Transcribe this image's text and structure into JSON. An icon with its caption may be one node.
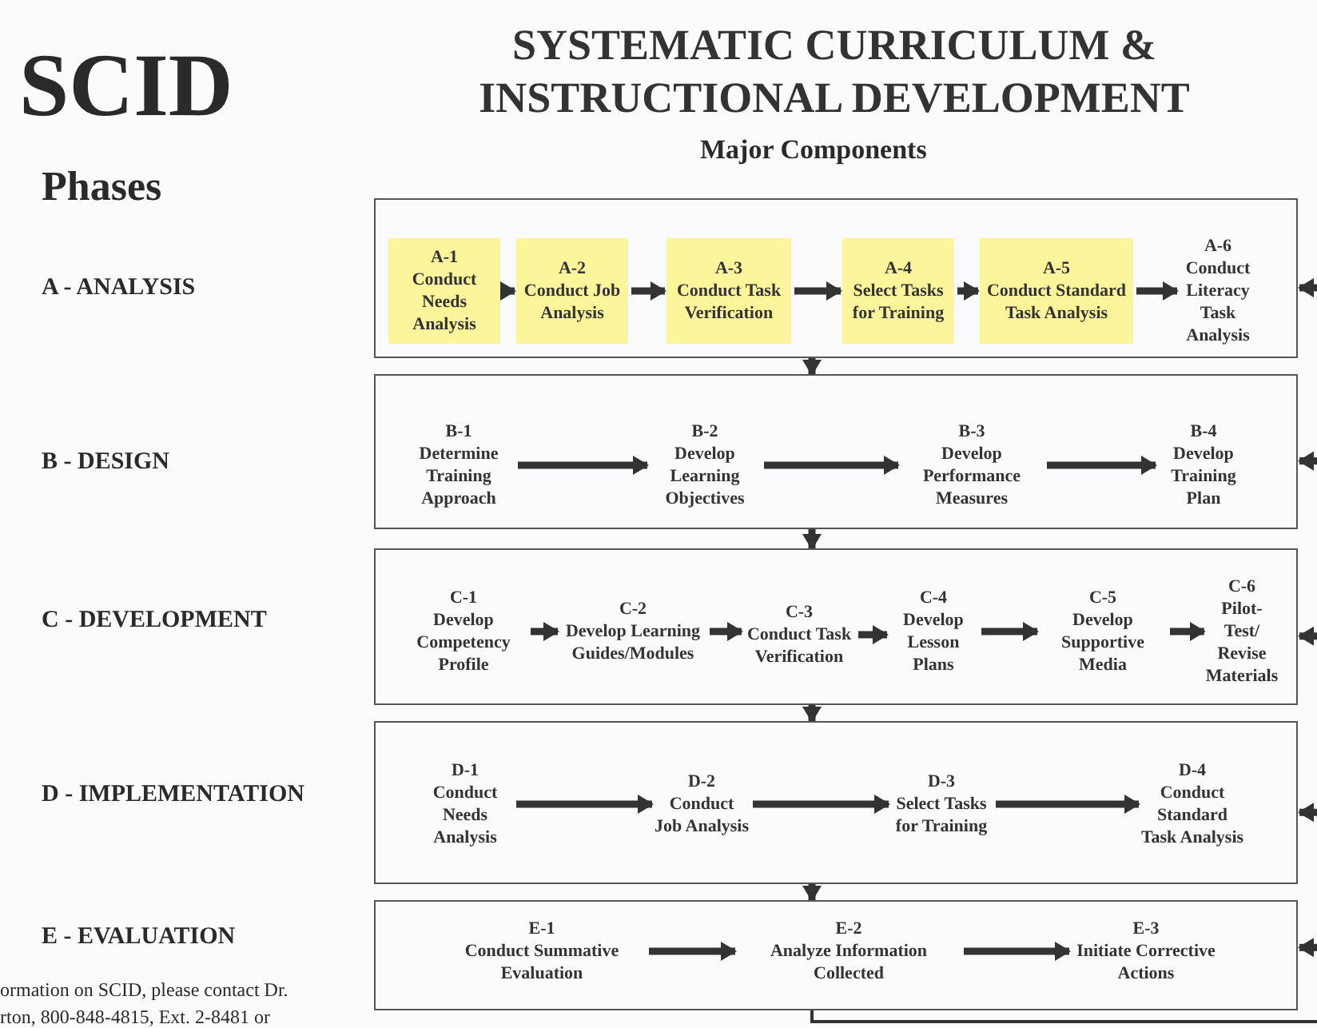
{
  "diagram": {
    "title": "SYSTEMATIC CURRICULUM & INSTRUCTIONAL DEVELOPMENT",
    "nodes": [
      {
        "text": [],
        "shape": "box"
      },
      {
        "text": [
          "A-1",
          "Conduct Needs Analysis"
        ],
        "in": 0
      },
      {
        "text": [
          "A-2",
          "Conduct Job Analysis"
        ],
        "in": 0
      },
      {
        "text": [
          "A-3",
          "Conduct Task Verification"
        ],
        "in": 0
      },
      {
        "text": [
          "A-4",
          "Select Tasks for Training"
        ],
        "in": 0
      },
      {
        "text": [
          "A-5",
          "Conduct Standard Task Analysis"
        ],
        "in": 0
      },
      {
        "text": [
          "A-6",
          "Conduct Literacy Task Analysis"
        ],
        "in": 0
      },
      {
        "text": [],
        "shape": "box"
      },
      {
        "text": [
          "B-1",
          "Determine Training Approach"
        ],
        "in": 7
      },
      {
        "text": [
          "B-2",
          "Develop Learning Objectives"
        ],
        "in": 7
      },
      {
        "text": [
          "B-3",
          "Develop Performance Measures"
        ],
        "in": 7
      },
      {
        "text": [
          "B-4",
          "Develop Training Plan"
        ],
        "in": 7
      },
      {
        "text": [],
        "shape": "box"
      },
      {
        "text": [
          "C-1",
          "Develop Competency Profile"
        ],
        "in": 12
      },
      {
        "text": [
          "C-2",
          "Develop Learning Guides/Modules"
        ],
        "in": 12
      },
      {
        "text": [
          "C-3",
          "Conduct Task Verification"
        ],
        "in": 12
      },
      {
        "text": [
          "C-4",
          "Develop Lesson Plans"
        ],
        "in": 12
      },
      {
        "text": [
          "C-5",
          "Develop Supportive Media"
        ],
        "in": 12
      },
      {
        "text": [
          "C-6",
          "Pilot-Test/ Revise Materials"
        ],
        "in": 12
      },
      {
        "text": [],
        "shape": "box"
      },
      {
        "text": [
          "D-1",
          "Conduct Needs Analysis"
        ],
        "in": 19
      },
      {
        "text": [
          "D-2",
          "Conduct Job Analysis"
        ],
        "in": 19
      },
      {
        "text": [
          "D-3",
          "Select Tasks for Training"
        ],
        "in": 19
      },
      {
        "text": [
          "D-4",
          "Conduct Standard Task Analysis"
        ],
        "in": 19
      },
      {
        "text": [],
        "shape": "box"
      },
      {
        "text": [
          "E-1",
          "Conduct Summative Evaluation"
        ],
        "in": 24
      },
      {
        "text": [
          "E-2",
          "Analyze Information Collected"
        ],
        "in": 24
      },
      {
        "text": [
          "E-3",
          "Initiate Corrective Actions"
        ],
        "in": 24
      }
    ],
    "edges": [
      {
        "from": 1,
        "to": 2,
        "arrow": "to"
      },
      {
        "from": 2,
        "to": 3,
        "arrow": "to"
      },
      {
        "from": 3,
        "to": 4,
        "arrow": "to"
      },
      {
        "from": 4,
        "to": 5,
        "arrow": "to"
      },
      {
        "from": 5,
        "to": 6,
        "arrow": "to"
      },
      {
        "from": 8,
        "to": 9,
        "arrow": "to"
      },
      {
        "from": 9,
        "to": 10,
        "arrow": "to"
      },
      {
        "from": 10,
        "to": 11,
        "arrow": "to"
      },
      {
        "from": 13,
        "to": 14,
        "arrow": "to"
      },
      {
        "from": 14,
        "to": 15,
        "arrow": "to"
      },
      {
        "from": 15,
        "to": 16,
        "arrow": "to"
      },
      {
        "from": 16,
        "to": 17,
        "arrow": "to"
      },
      {
        "from": 17,
        "to": 18,
        "arrow": "to"
      },
      {
        "from": 20,
        "to": 21,
        "arrow": "to"
      },
      {
        "from": 21,
        "to": 22,
        "arrow": "to"
      },
      {
        "from": 22,
        "to": 23,
        "arrow": "to"
      },
      {
        "from": 25,
        "to": 26,
        "arrow": "to"
      },
      {
        "from": 26,
        "to": 27,
        "arrow": "to"
      },
      {
        "from": 0,
        "to": 7,
        "arrow": "to"
      },
      {
        "from": 7,
        "to": 12,
        "arrow": "to"
      },
      {
        "from": 12,
        "to": 19,
        "arrow": "to"
      },
      {
        "from": 19,
        "to": 24,
        "arrow": "to"
      },
      {
        "from": 24,
        "to": null,
        "arrow": "none"
      },
      {
        "from": null,
        "to": 0,
        "arrow": "to"
      },
      {
        "from": null,
        "to": 7,
        "arrow": "to"
      },
      {
        "from": null,
        "to": 12,
        "arrow": "to"
      },
      {
        "from": null,
        "to": 19,
        "arrow": "to"
      },
      {
        "from": null,
        "to": 24,
        "arrow": "to"
      }
    ],
    "labels": [
      "SCID",
      "Major Components",
      "Phases",
      "A - ANALYSIS",
      "B - DESIGN",
      "C - DEVELOPMENT",
      "D - IMPLEMENTATION",
      "E - EVALUATION",
      "ormation on SCID, please contact Dr.",
      "rton, 800-848-4815, Ext. 2-8481 or"
    ]
  }
}
